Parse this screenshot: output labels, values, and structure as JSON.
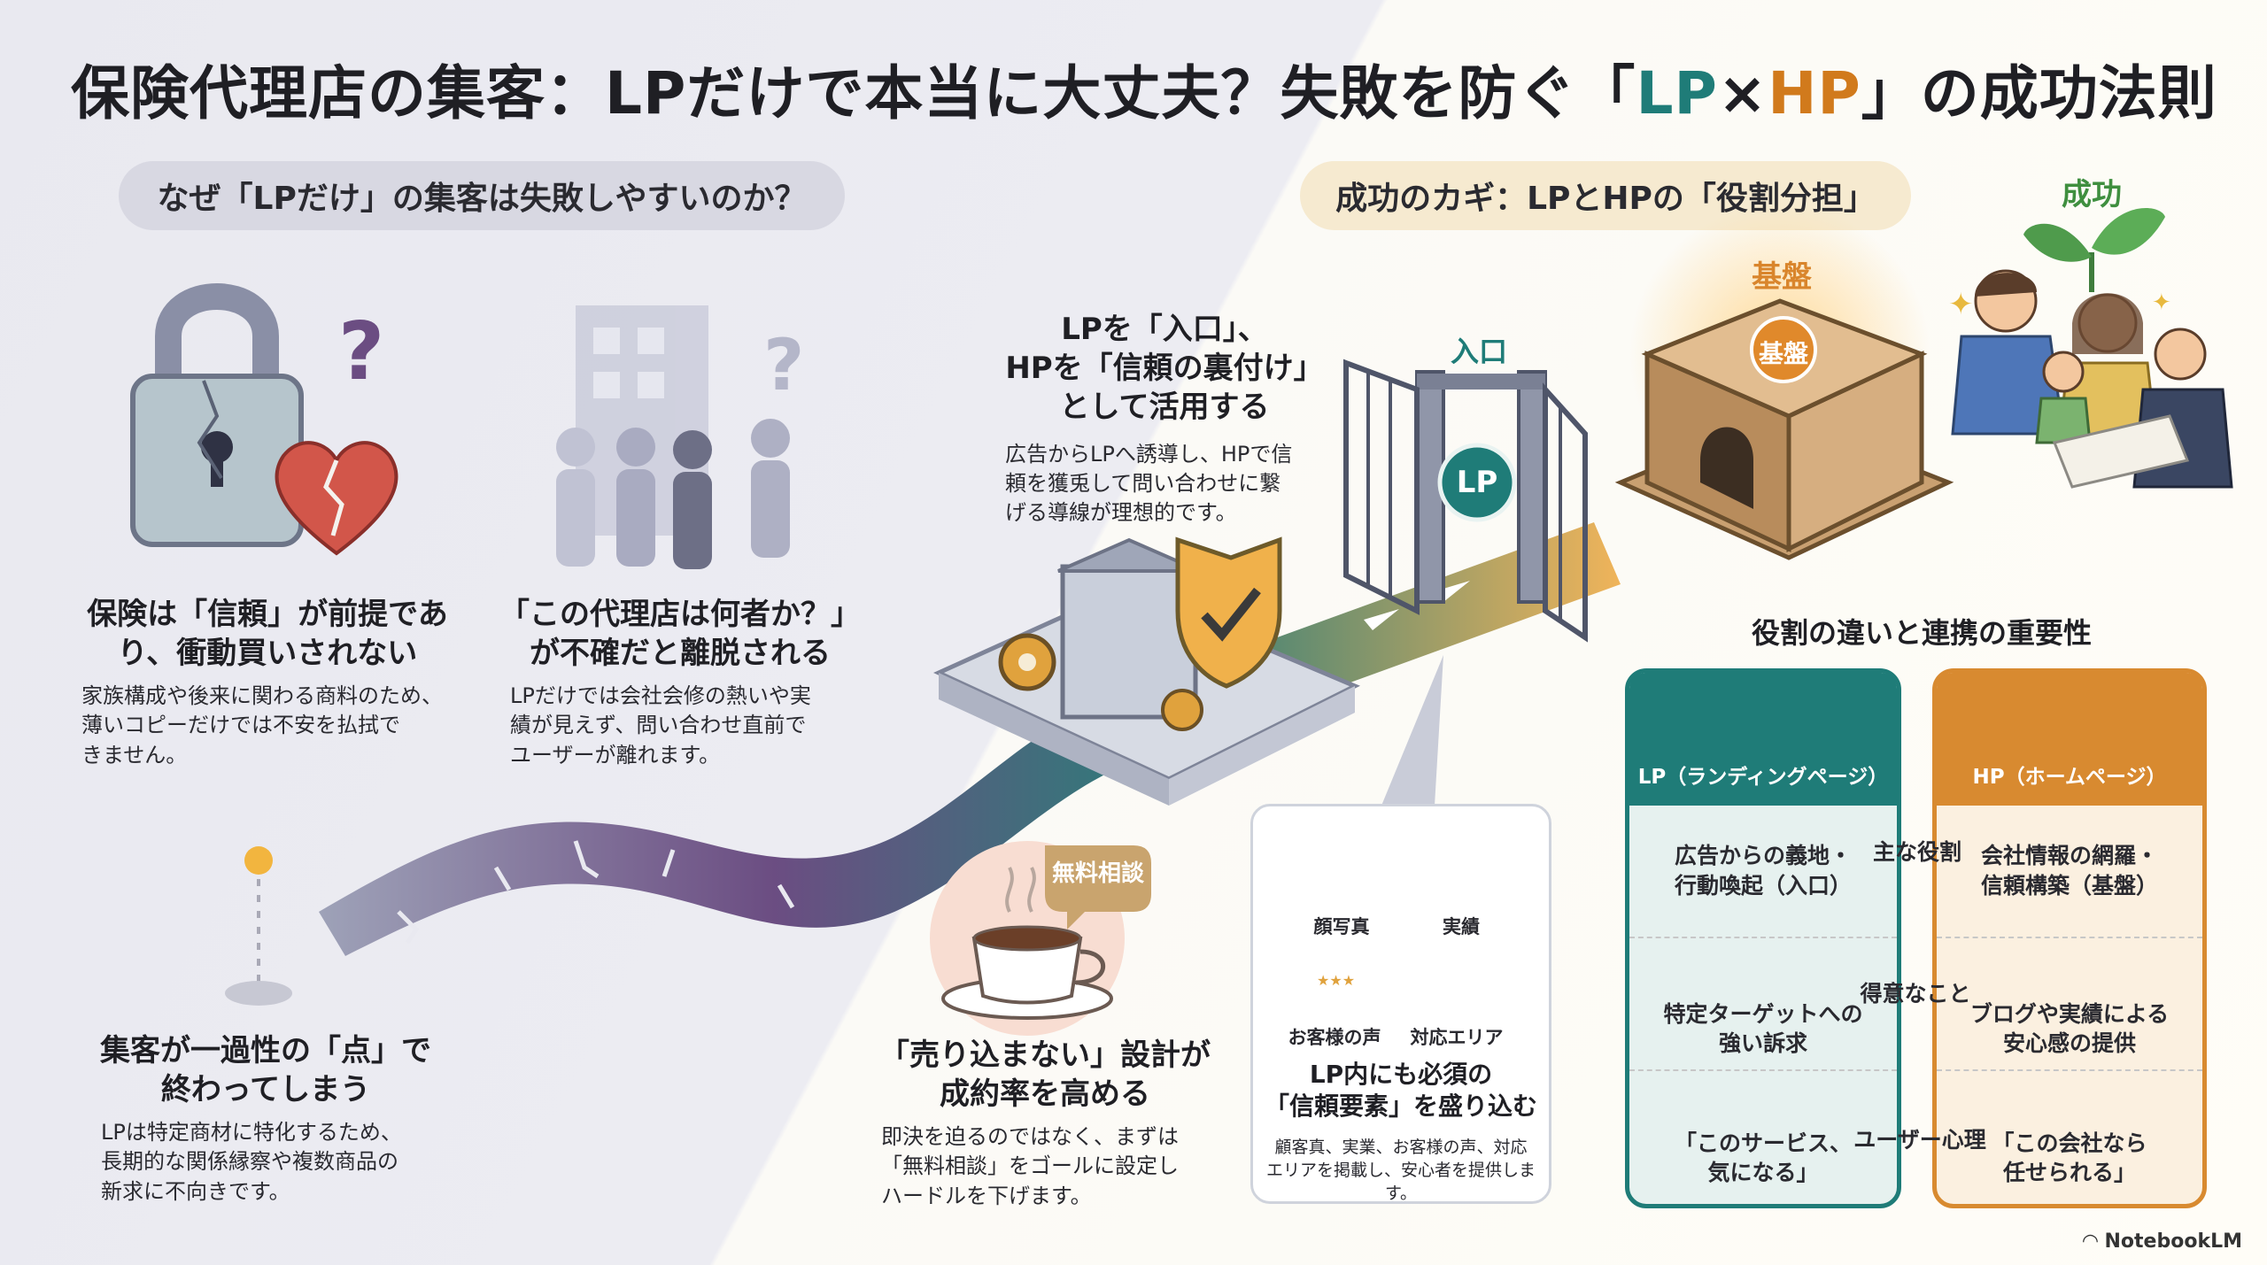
{
  "title": {
    "part1": "保険代理店の集客：LPだけで本当に大丈夫？失敗を防ぐ「",
    "lp": "LP",
    "cross": "×",
    "hp": "HP",
    "part2": "」の成功法則"
  },
  "left_section": {
    "pill": "なぜ「LPだけ」の集客は失敗しやすいのか？",
    "point1": {
      "head_line1": "保険は「信頼」が前提であ",
      "head_line2": "り、衝動買いされない",
      "body_line1": "家族構成や後来に関わる商料のため、",
      "body_line2": "薄いコピーだけでは不安を払拭で",
      "body_line3": "きません。"
    },
    "point2": {
      "head_line1": "「この代理店は何者か？」",
      "head_line2": "が不確だと離脱される",
      "body_line1": "LPだけでは会社会修の熱いや実",
      "body_line2": "績が見えず、問い合わせ直前で",
      "body_line3": "ユーザーが離れます。"
    },
    "point3": {
      "head_line1": "集客が一過性の「点」で",
      "head_line2": "終わってしまう",
      "body_line1": "LPは特定商材に特化するため、",
      "body_line2": "長期的な関係縁察や複数商品の",
      "body_line3": "新求に不向きです。"
    }
  },
  "middle_section": {
    "head_line1": "LPを「入口」、",
    "head_line2": "HPを「信頼の裏付け」",
    "head_line3": "として活用する",
    "body_line1": "広告からLPへ誘導し、HPで信",
    "body_line2": "頼を獲兎して問い合わせに繋",
    "body_line3": "げる導線が理想的です。",
    "gate_label": "入口",
    "gate_badge": "LP",
    "foundation_label": "基盤",
    "foundation_badge": "基盤",
    "success_label": "成功",
    "consult": {
      "bubble": "無料相談",
      "head_line1": "「売り込まない」設計が",
      "head_line2": "成約率を高める",
      "body_line1": "即決を迫るのではなく、まずは",
      "body_line2": "「無料相談」をゴールに設定し",
      "body_line3": "ハードルを下げます。"
    },
    "panel": {
      "item1": "顔写真",
      "item2": "実績",
      "item3": "お客様の声",
      "item4": "対応エリア",
      "stars": "★★★",
      "head_line1": "LP内にも必須の",
      "head_line2": "「信頼要素」を盛り込む",
      "body_line1": "顧客真、実業、お客様の声、対応",
      "body_line2": "エリアを掲載し、安心者を提供します。"
    }
  },
  "right_section": {
    "pill": "成功のカギ：LPとHPの「役割分担」",
    "compare_title": "役割の違いと連携の重要性",
    "lp_card": {
      "head": "LP（ランディングページ）",
      "row1_line1": "広告からの義地・",
      "row1_line2": "行動喚起（入口）",
      "row2_line1": "特定ターゲットへの",
      "row2_line2": "強い訴求",
      "row3_line1": "「このサービス、",
      "row3_line2": "気になる」"
    },
    "hp_card": {
      "head": "HP（ホームページ）",
      "row1_line1": "会社情報の網羅・",
      "row1_line2": "信頼構築（基盤）",
      "row2_line1": "ブログや実績による",
      "row2_line2": "安心感の提供",
      "row3_line1": "「この会社なら",
      "row3_line2": "任せられる」"
    },
    "row_labels": {
      "row1": "主な役割",
      "row2": "得意なこと",
      "row3": "ユーザー心理"
    }
  },
  "brand": "NotebookLM",
  "colors": {
    "lp_teal": "#1f7c78",
    "hp_orange": "#d88a30",
    "road_purple": "#6b4d82"
  }
}
